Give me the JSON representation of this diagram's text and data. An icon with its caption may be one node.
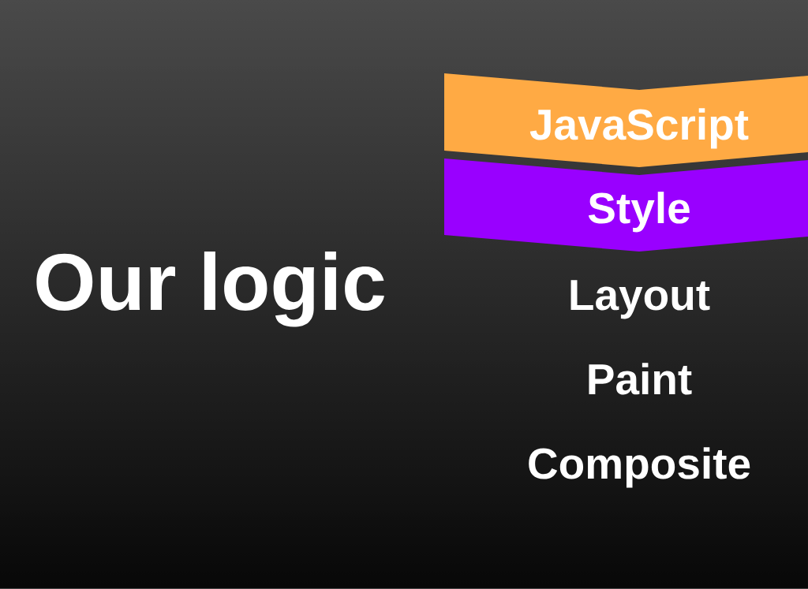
{
  "diagram": {
    "title": "Our logic",
    "nodes": [
      {
        "text": [
          "JavaScript"
        ]
      },
      {
        "text": [
          "Style"
        ]
      }
    ],
    "labels": [
      "Layout",
      "Paint",
      "Composite"
    ]
  }
}
